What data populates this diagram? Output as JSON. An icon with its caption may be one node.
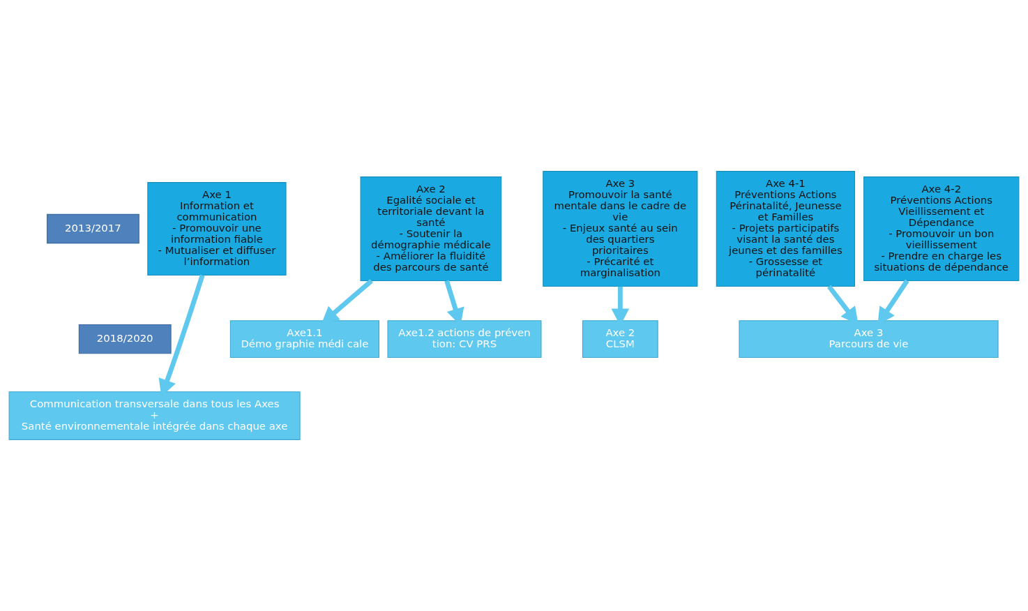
{
  "diagram": {
    "nodes": [
      {
        "text": [
          "2013/2017"
        ]
      },
      {
        "text": [
          "Axe 1",
          "Information et communication",
          "- Promouvoir une information fiable",
          "- Mutualiser et diffuser l’information"
        ]
      },
      {
        "text": [
          "Axe 2",
          "Egalité sociale et territoriale devant la santé",
          "- Soutenir la démographie médicale",
          "- Améliorer la fluidité des parcours de santé"
        ]
      },
      {
        "text": [
          "Axe 3",
          "Promouvoir la santé mentale dans le cadre de vie",
          "- Enjeux santé au sein des quartiers prioritaires",
          "- Précarité et marginalisation"
        ]
      },
      {
        "text": [
          "Axe 4-1",
          "Préventions Actions Périnatalité, Jeunesse et Familles",
          "- Projets participatifs visant la santé des jeunes et des familles",
          "- Grossesse et périnatalité"
        ]
      },
      {
        "text": [
          "Axe 4-2",
          "Préventions Actions Vieillissement et Dépendance",
          "- Promouvoir un bon vieillissement",
          "- Prendre en charge les situations de dépendance"
        ]
      },
      {
        "text": [
          "2018/2020"
        ]
      },
      {
        "text": [
          "Axe1.1",
          "Démo graphie médi cale"
        ]
      },
      {
        "text": [
          "Axe1.2 actions de préven tion: CV PRS"
        ]
      },
      {
        "text": [
          "Axe 2",
          "CLSM"
        ]
      },
      {
        "text": [
          "Axe 3",
          "Parcours de vie"
        ]
      },
      {
        "text": [
          "Communication transversale dans tous les Axes",
          "+",
          "Santé environnementale intégrée dans chaque axe"
        ]
      }
    ],
    "edges": [
      {
        "from": 1,
        "to": 11,
        "arrow": "to"
      },
      {
        "from": 2,
        "to": 7,
        "arrow": "to"
      },
      {
        "from": 2,
        "to": 8,
        "arrow": "to"
      },
      {
        "from": 3,
        "to": 9,
        "arrow": "to"
      },
      {
        "from": 4,
        "to": 10,
        "arrow": "to"
      },
      {
        "from": 5,
        "to": 10,
        "arrow": "to"
      }
    ]
  }
}
